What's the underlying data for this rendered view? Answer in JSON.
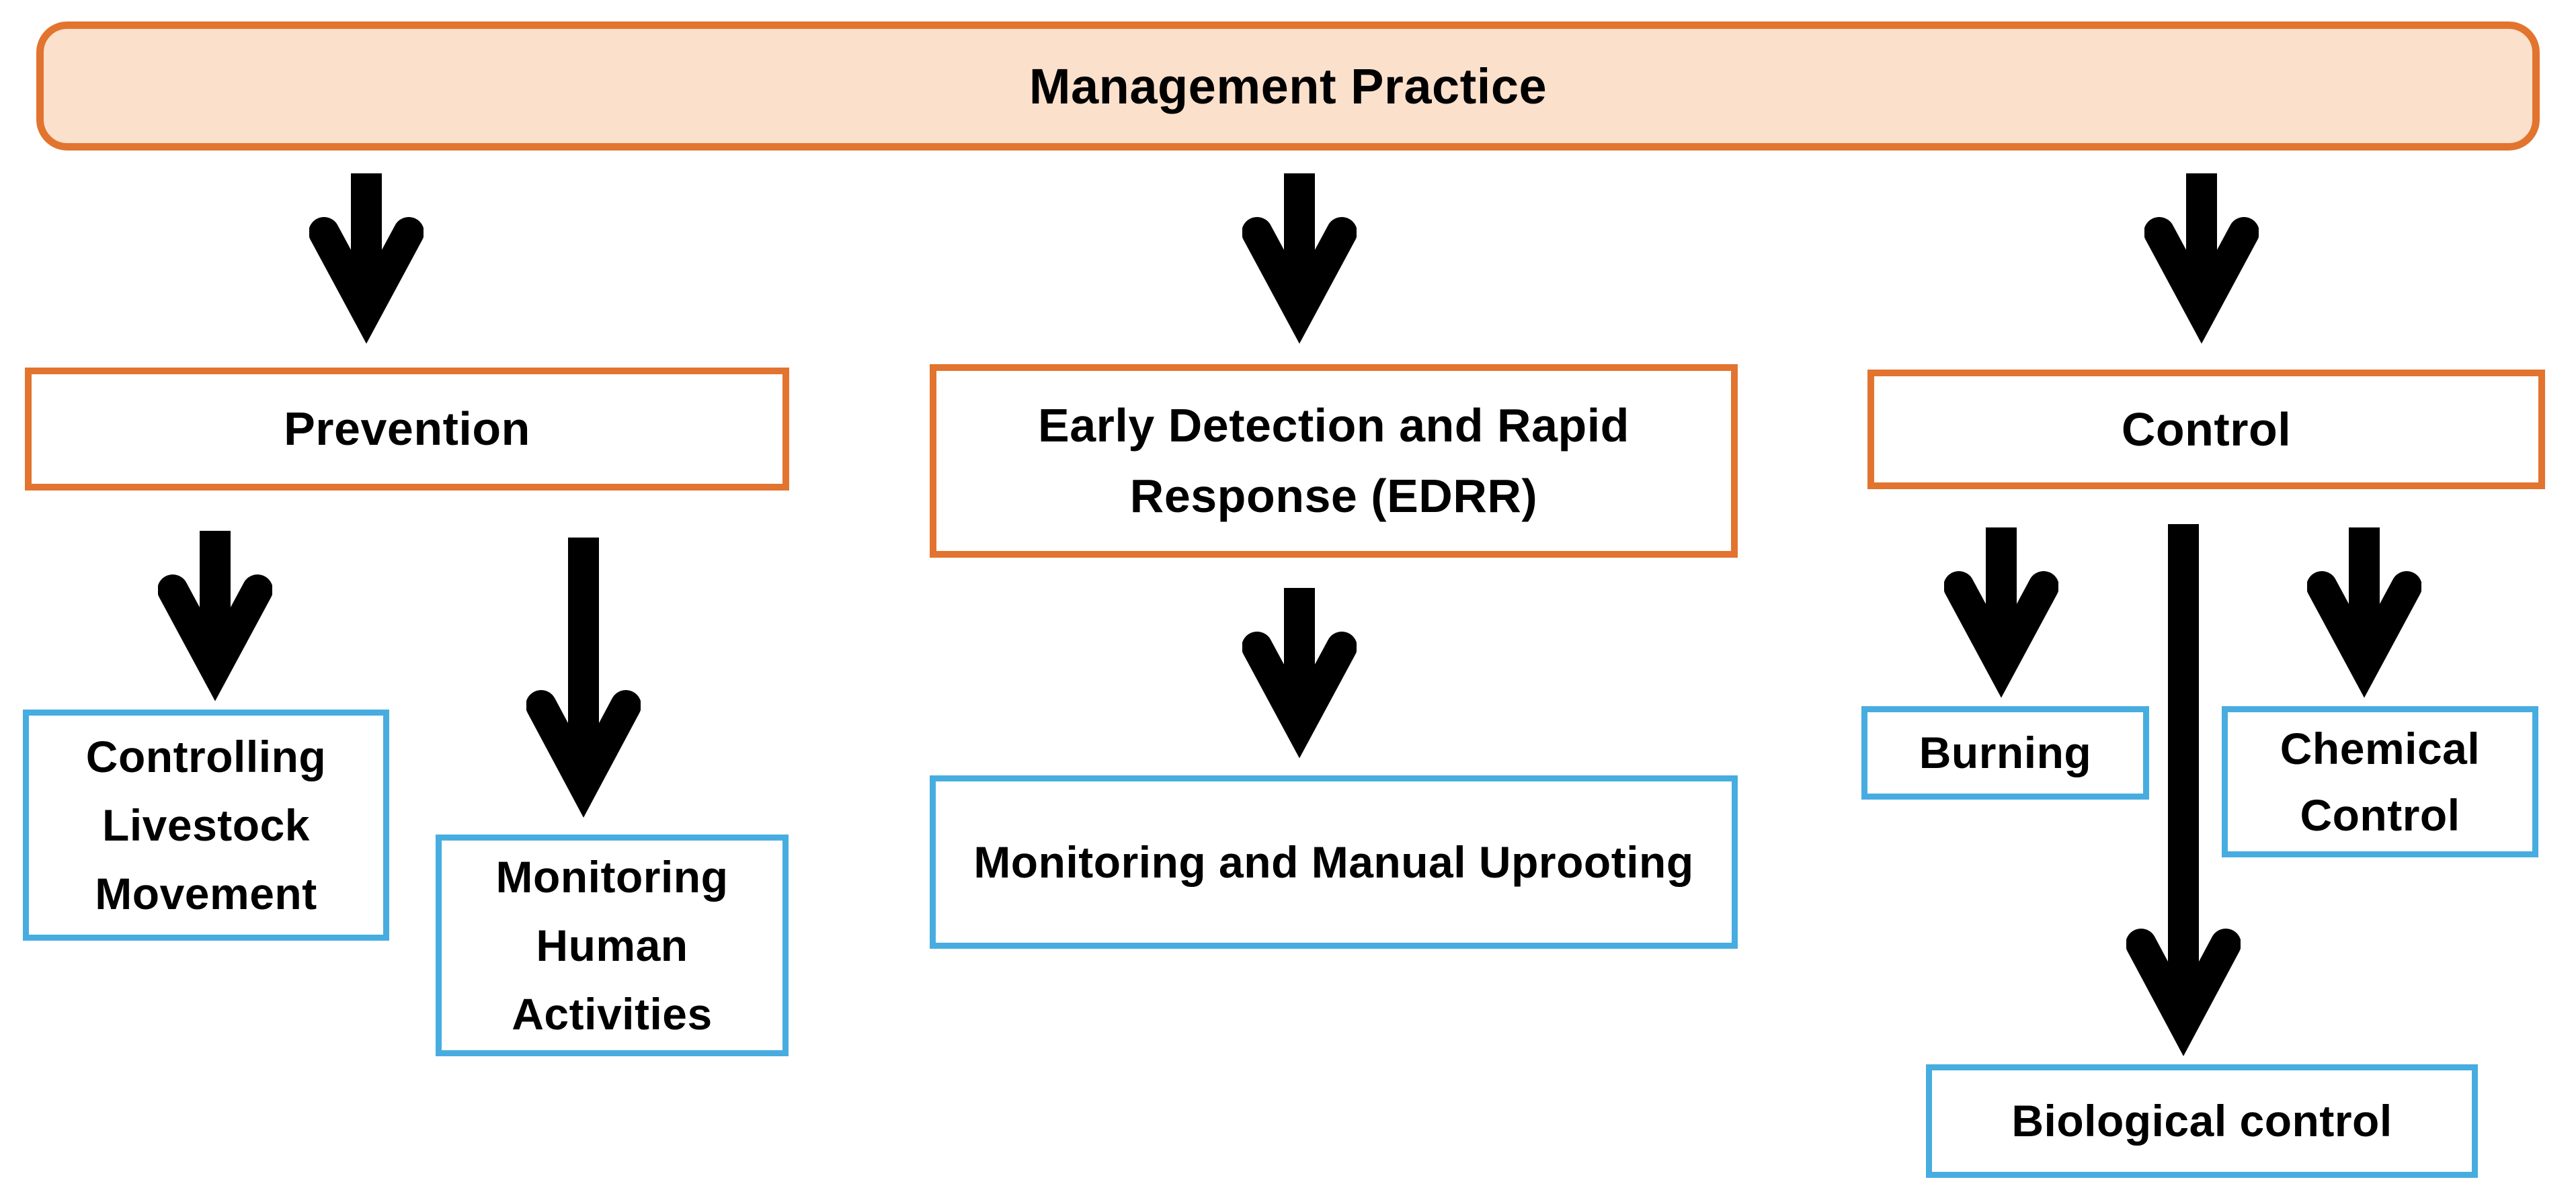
{
  "diagram": {
    "title": "Management Practice",
    "nodes": {
      "title": "Management Practice",
      "prevention": "Prevention",
      "edrr": "Early Detection and Rapid Response (EDRR)",
      "control": "Control",
      "controlling_livestock": "Controlling Livestock Movement",
      "monitoring_human": "Monitoring Human Activities",
      "monitoring_manual": "Monitoring and Manual Uprooting",
      "burning": "Burning",
      "chemical_control": "Chemical Control",
      "biological_control": "Biological control"
    },
    "edges": [
      {
        "from": "Management Practice",
        "to": "Prevention"
      },
      {
        "from": "Management Practice",
        "to": "Early Detection and Rapid Response (EDRR)"
      },
      {
        "from": "Management Practice",
        "to": "Control"
      },
      {
        "from": "Prevention",
        "to": "Controlling Livestock Movement"
      },
      {
        "from": "Prevention",
        "to": "Monitoring Human Activities"
      },
      {
        "from": "Early Detection and Rapid Response (EDRR)",
        "to": "Monitoring and Manual Uprooting"
      },
      {
        "from": "Control",
        "to": "Burning"
      },
      {
        "from": "Control",
        "to": "Chemical Control"
      },
      {
        "from": "Control",
        "to": "Biological control"
      }
    ],
    "colors": {
      "orange_border": "#E2742F",
      "orange_fill": "#FBE0CC",
      "blue_border": "#47ADE0",
      "node_fill": "#FFFFFF",
      "arrow": "#000000",
      "text": "#000000"
    }
  }
}
